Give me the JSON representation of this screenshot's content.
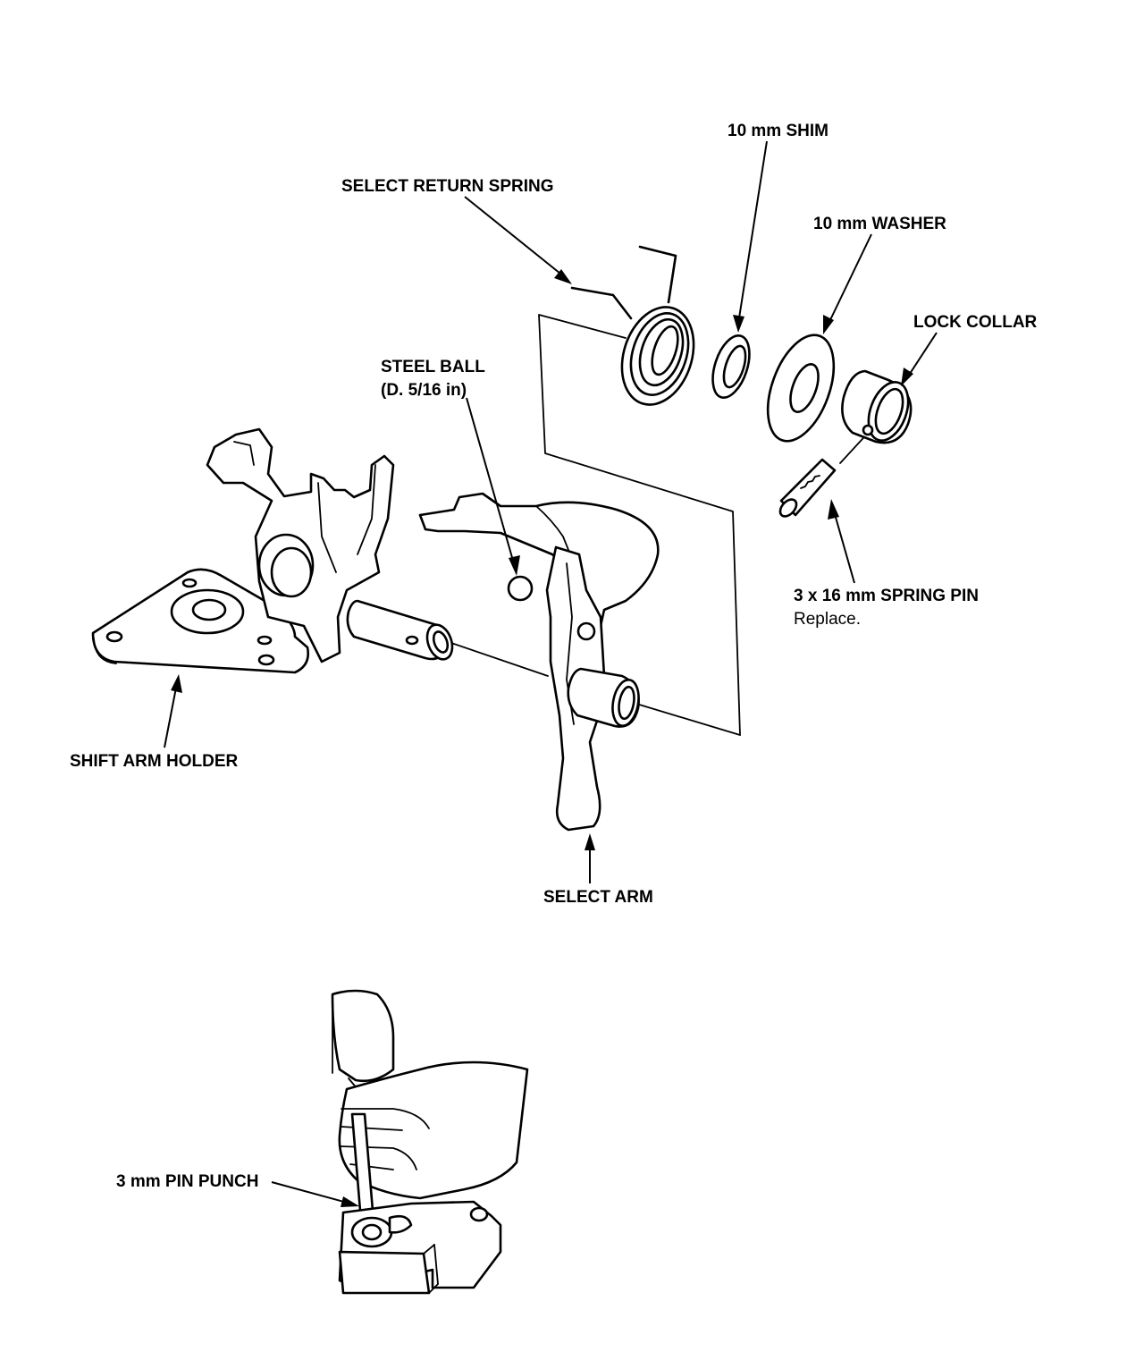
{
  "labels": {
    "shim": "10 mm SHIM",
    "select_return_spring": "SELECT RETURN SPRING",
    "washer": "10 mm WASHER",
    "lock_collar": "LOCK COLLAR",
    "steel_ball_line1": "STEEL BALL",
    "steel_ball_line2": "(D. 5/16 in)",
    "spring_pin": "3 x 16 mm SPRING PIN",
    "spring_pin_note": "Replace.",
    "shift_arm_holder": "SHIFT ARM HOLDER",
    "select_arm": "SELECT ARM",
    "pin_punch": "3 mm PIN PUNCH"
  }
}
